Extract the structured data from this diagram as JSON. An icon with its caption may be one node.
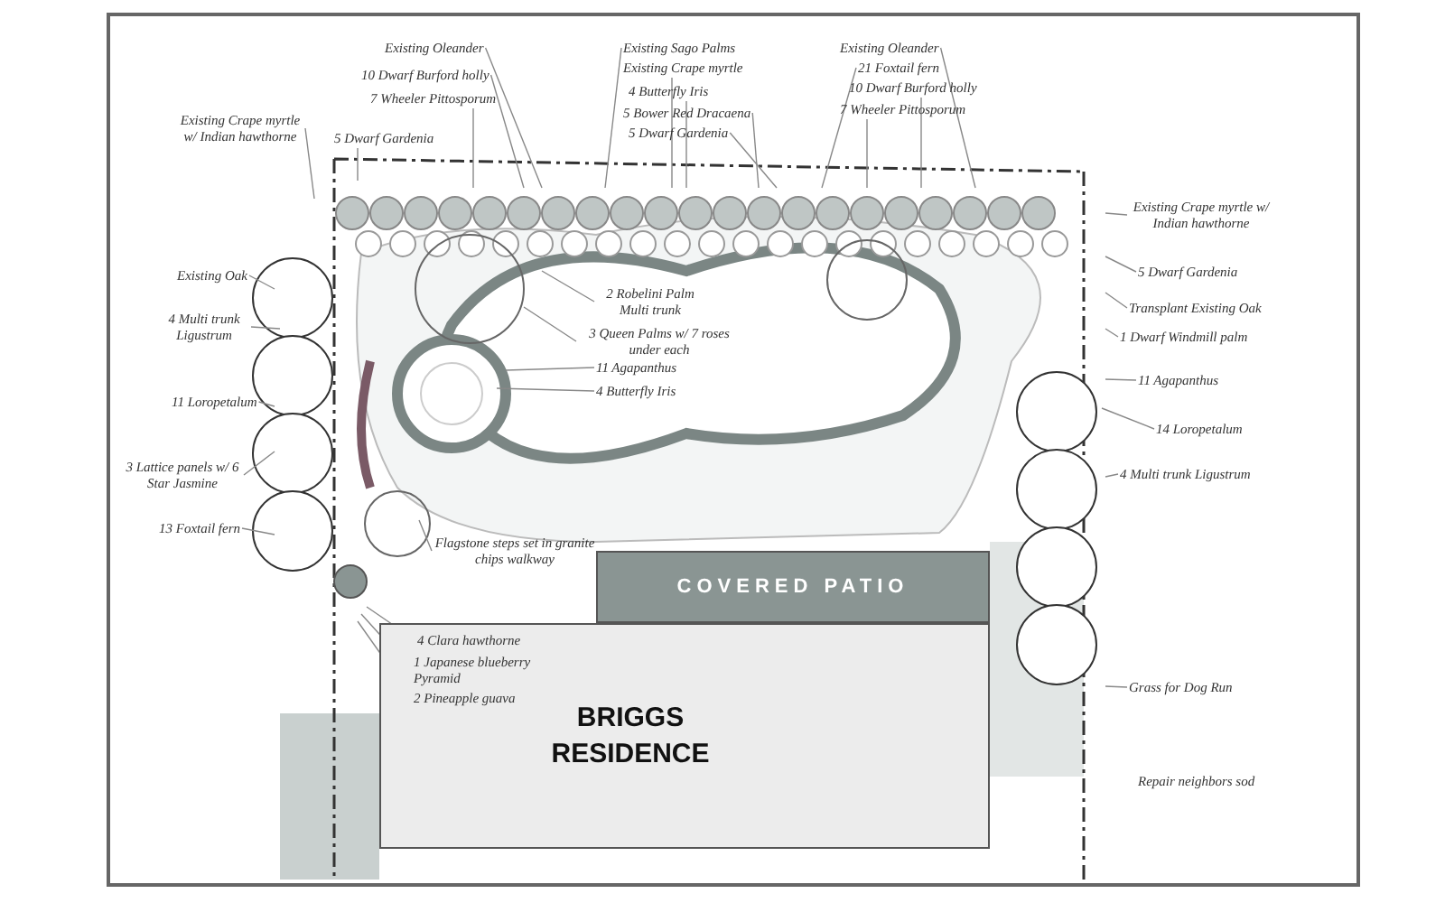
{
  "diagram": {
    "nodes": [
      {
        "text": [
          "Existing Oleander"
        ]
      },
      {
        "text": [
          "10 Dwarf Burford holly"
        ]
      },
      {
        "text": [
          "7 Wheeler Pittosporum"
        ]
      },
      {
        "text": [
          "Existing Crape myrtle w/ Indian hawthorne"
        ]
      },
      {
        "text": [
          "5 Dwarf Gardenia"
        ]
      },
      {
        "text": [
          "Existing Sago Palms"
        ]
      },
      {
        "text": [
          "Existing Crape myrtle"
        ]
      },
      {
        "text": [
          "4 Butterfly Iris"
        ]
      },
      {
        "text": [
          "5 Bower Red Dracaena"
        ]
      },
      {
        "text": [
          "5 Dwarf Gardenia"
        ]
      },
      {
        "text": [
          "Existing Oleander"
        ]
      },
      {
        "text": [
          "21 Foxtail fern"
        ]
      },
      {
        "text": [
          "10 Dwarf Burford holly"
        ]
      },
      {
        "text": [
          "7 Wheeler Pittosporum"
        ]
      },
      {
        "text": [
          "Existing Crape myrtle w/ Indian hawthorne"
        ]
      },
      {
        "text": [
          "5 Dwarf Gardenia"
        ]
      },
      {
        "text": [
          "Transplant Existing Oak"
        ]
      },
      {
        "text": [
          "1 Dwarf Windmill palm"
        ]
      },
      {
        "text": [
          "11 Agapanthus"
        ]
      },
      {
        "text": [
          "14 Loropetalum"
        ]
      },
      {
        "text": [
          "4 Multi trunk Ligustrum"
        ]
      },
      {
        "text": [
          "Grass for Dog Run"
        ]
      },
      {
        "text": [
          "Existing Oak"
        ]
      },
      {
        "text": [
          "4 Multi trunk Ligustrum"
        ]
      },
      {
        "text": [
          "11 Loropetalum"
        ]
      },
      {
        "text": [
          "3 Lattice panels w/ 6 Star Jasmine"
        ]
      },
      {
        "text": [
          "13 Foxtail fern"
        ]
      },
      {
        "text": [
          "2 Robelini Palm Multi trunk"
        ]
      },
      {
        "text": [
          "3 Queen Palms w/ 7 roses under each"
        ]
      },
      {
        "text": [
          "11 Agapanthus"
        ]
      },
      {
        "text": [
          "4 Butterfly Iris"
        ]
      },
      {
        "text": [
          "Flagstone steps set in granite chips walkway"
        ]
      },
      {
        "text": [
          "4 Clara hawthorne"
        ],
        "in": 36
      },
      {
        "text": [
          "1 Japanese blueberry Pyramid"
        ],
        "in": 36
      },
      {
        "text": [
          "2 Pineapple guava"
        ],
        "in": 36
      },
      {
        "text": [
          "COVERED PATIO"
        ]
      },
      {
        "text": [
          "BRIGGS RESIDENCE"
        ]
      }
    ],
    "edges": [
      {
        "from": 0,
        "to": null,
        "arrow": "none"
      },
      {
        "from": 1,
        "to": null,
        "arrow": "none"
      },
      {
        "from": 2,
        "to": null,
        "arrow": "none"
      },
      {
        "from": 3,
        "to": null,
        "arrow": "none"
      },
      {
        "from": 4,
        "to": null,
        "arrow": "none"
      },
      {
        "from": 5,
        "to": null,
        "arrow": "none"
      },
      {
        "from": 6,
        "to": null,
        "arrow": "none"
      },
      {
        "from": 7,
        "to": null,
        "arrow": "none"
      },
      {
        "from": 8,
        "to": null,
        "arrow": "none"
      },
      {
        "from": 9,
        "to": null,
        "arrow": "none"
      },
      {
        "from": 10,
        "to": null,
        "arrow": "none"
      },
      {
        "from": 11,
        "to": null,
        "arrow": "none"
      },
      {
        "from": 12,
        "to": null,
        "arrow": "none"
      },
      {
        "from": 13,
        "to": null,
        "arrow": "none"
      },
      {
        "from": 14,
        "to": null,
        "arrow": "none"
      },
      {
        "from": 15,
        "to": null,
        "arrow": "none"
      },
      {
        "from": 16,
        "to": null,
        "arrow": "none"
      },
      {
        "from": 17,
        "to": null,
        "arrow": "none"
      },
      {
        "from": 18,
        "to": null,
        "arrow": "none"
      },
      {
        "from": 19,
        "to": null,
        "arrow": "none"
      },
      {
        "from": 20,
        "to": null,
        "arrow": "none"
      },
      {
        "from": 21,
        "to": null,
        "arrow": "none"
      },
      {
        "from": 22,
        "to": null,
        "arrow": "none"
      },
      {
        "from": 23,
        "to": null,
        "arrow": "none"
      },
      {
        "from": 24,
        "to": null,
        "arrow": "none"
      },
      {
        "from": 25,
        "to": null,
        "arrow": "none"
      },
      {
        "from": 26,
        "to": null,
        "arrow": "none"
      },
      {
        "from": 27,
        "to": null,
        "arrow": "none"
      },
      {
        "from": 28,
        "to": null,
        "arrow": "none"
      },
      {
        "from": 29,
        "to": null,
        "arrow": "none"
      },
      {
        "from": 30,
        "to": null,
        "arrow": "none"
      },
      {
        "from": 31,
        "to": null,
        "arrow": "none"
      },
      {
        "from": 32,
        "to": null,
        "arrow": "none"
      },
      {
        "from": 33,
        "to": null,
        "arrow": "none"
      },
      {
        "from": 34,
        "to": null,
        "arrow": "none"
      }
    ],
    "labels": [
      "Repair neighbors sod"
    ]
  }
}
